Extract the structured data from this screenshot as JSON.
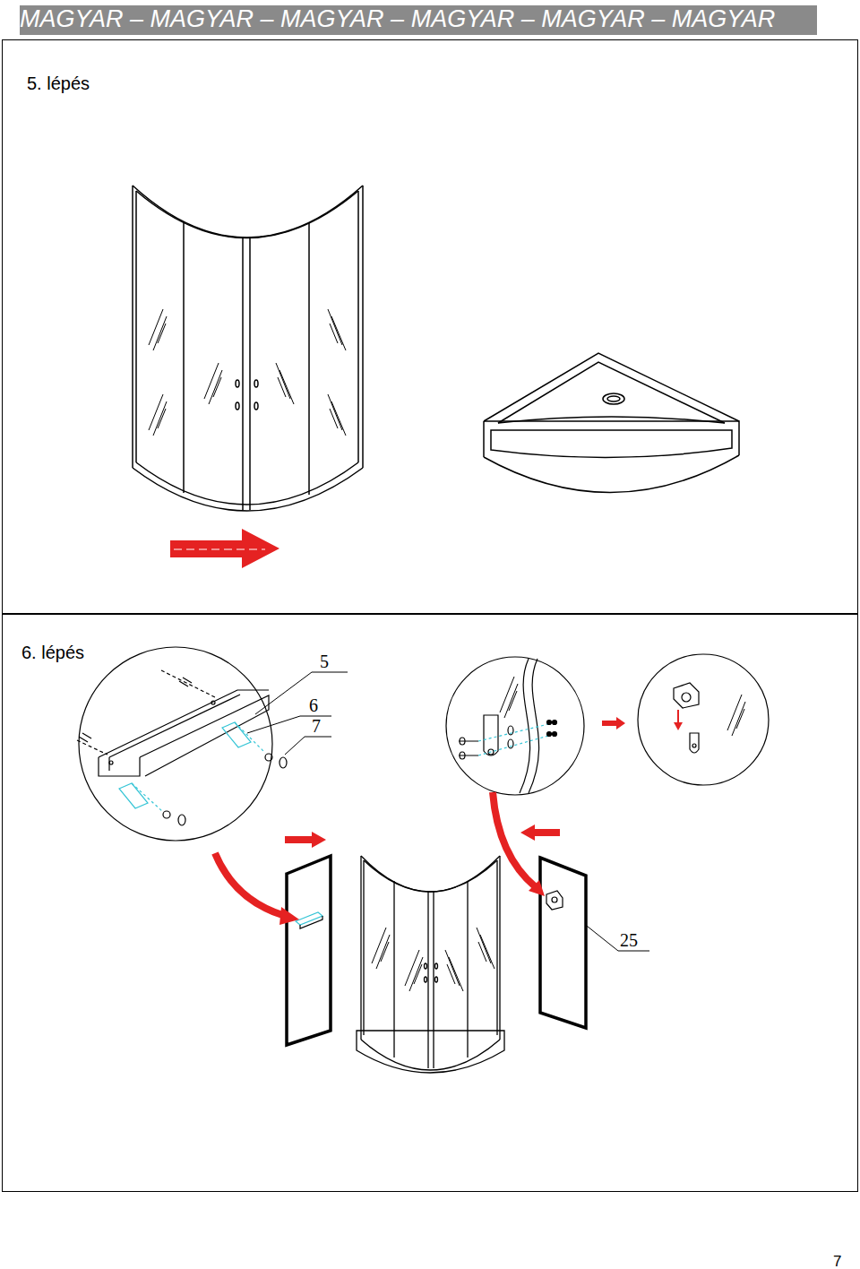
{
  "diagram": {
    "nodes": [
      {
        "text": [
          "MAGYAR – MAGYAR – MAGYAR – MAGYAR – MAGYAR – MAGYAR"
        ]
      },
      {
        "text": [
          "5. lépés"
        ]
      },
      {
        "text": [
          "6. lépés"
        ]
      }
    ],
    "labels": [
      "5",
      "6",
      "7",
      "25",
      "7"
    ]
  }
}
